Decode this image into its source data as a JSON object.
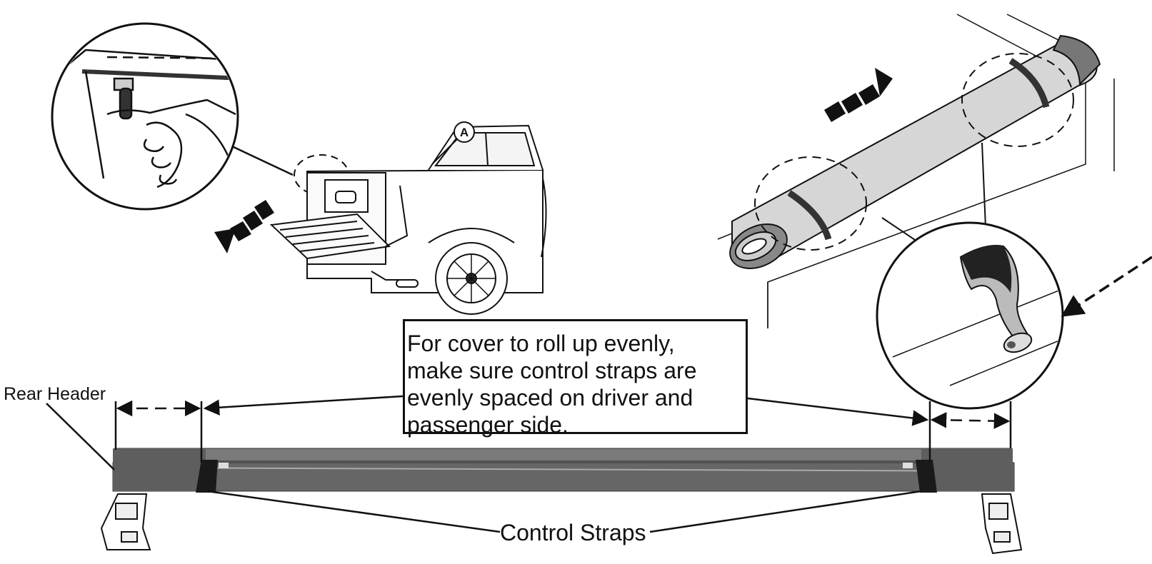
{
  "instruction_box": {
    "lines": [
      "For cover to roll up evenly,",
      "make sure control straps are",
      "evenly spaced on driver and",
      "passenger side."
    ]
  },
  "labels": {
    "rear_header": "Rear Header",
    "control_straps": "Control Straps",
    "callout_a": "A"
  },
  "colors": {
    "line": "#111111",
    "rail": "#7a7a7a",
    "rail_dark": "#5e5e5e",
    "cover": "#d6d6d6",
    "strap": "#1a1a1a"
  }
}
